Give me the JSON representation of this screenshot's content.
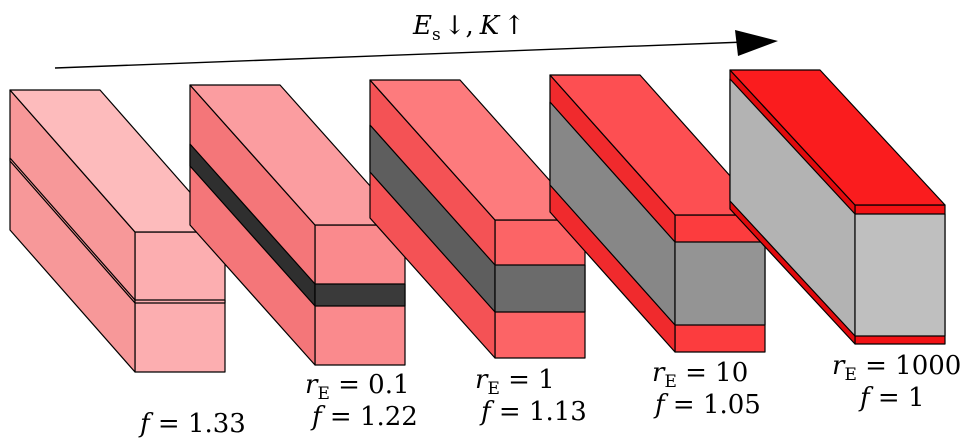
{
  "header": {
    "symbol_e": "E",
    "sub_s": "s",
    "e_arrow": "↓,",
    "symbol_k": "K",
    "k_arrow": "↑"
  },
  "blocks": [
    {
      "r_text": "",
      "f_text": "f = 1.33",
      "colors": {
        "outer_front": "#fcaeb0",
        "outer_top": "#fdbbbc",
        "outer_side": "#f79899",
        "core_front": "#fcaeb0",
        "core_side": "#f79899"
      }
    },
    {
      "r_sym": "r",
      "r_sub": "E",
      "r_val": " = 0.1",
      "f_text": "f = 1.22",
      "colors": {
        "outer_front": "#fa8a8d",
        "outer_top": "#fb9da0",
        "outer_side": "#f47679",
        "core_front": "#3a3a3a",
        "core_side": "#2f2f2f"
      }
    },
    {
      "r_sym": "r",
      "r_sub": "E",
      "r_val": " = 1",
      "f_text": "f = 1.13",
      "colors": {
        "outer_front": "#fc6466",
        "outer_top": "#fd7b7d",
        "outer_side": "#f45255",
        "core_front": "#6b6b6b",
        "core_side": "#5e5e5e"
      }
    },
    {
      "r_sym": "r",
      "r_sub": "E",
      "r_val": " = 10",
      "f_text": "f = 1.05",
      "colors": {
        "outer_front": "#fc3c3e",
        "outer_top": "#fd4f52",
        "outer_side": "#f02a2d",
        "core_front": "#949494",
        "core_side": "#878787"
      }
    },
    {
      "r_sym": "r",
      "r_sub": "E",
      "r_val": " = 1000",
      "f_text": "f = 1",
      "colors": {
        "outer_front": "#f21215",
        "outer_top": "#fa1c1e",
        "outer_side": "#e10a0d",
        "core_front": "#bfbfbf",
        "core_side": "#b3b3b3"
      }
    }
  ]
}
